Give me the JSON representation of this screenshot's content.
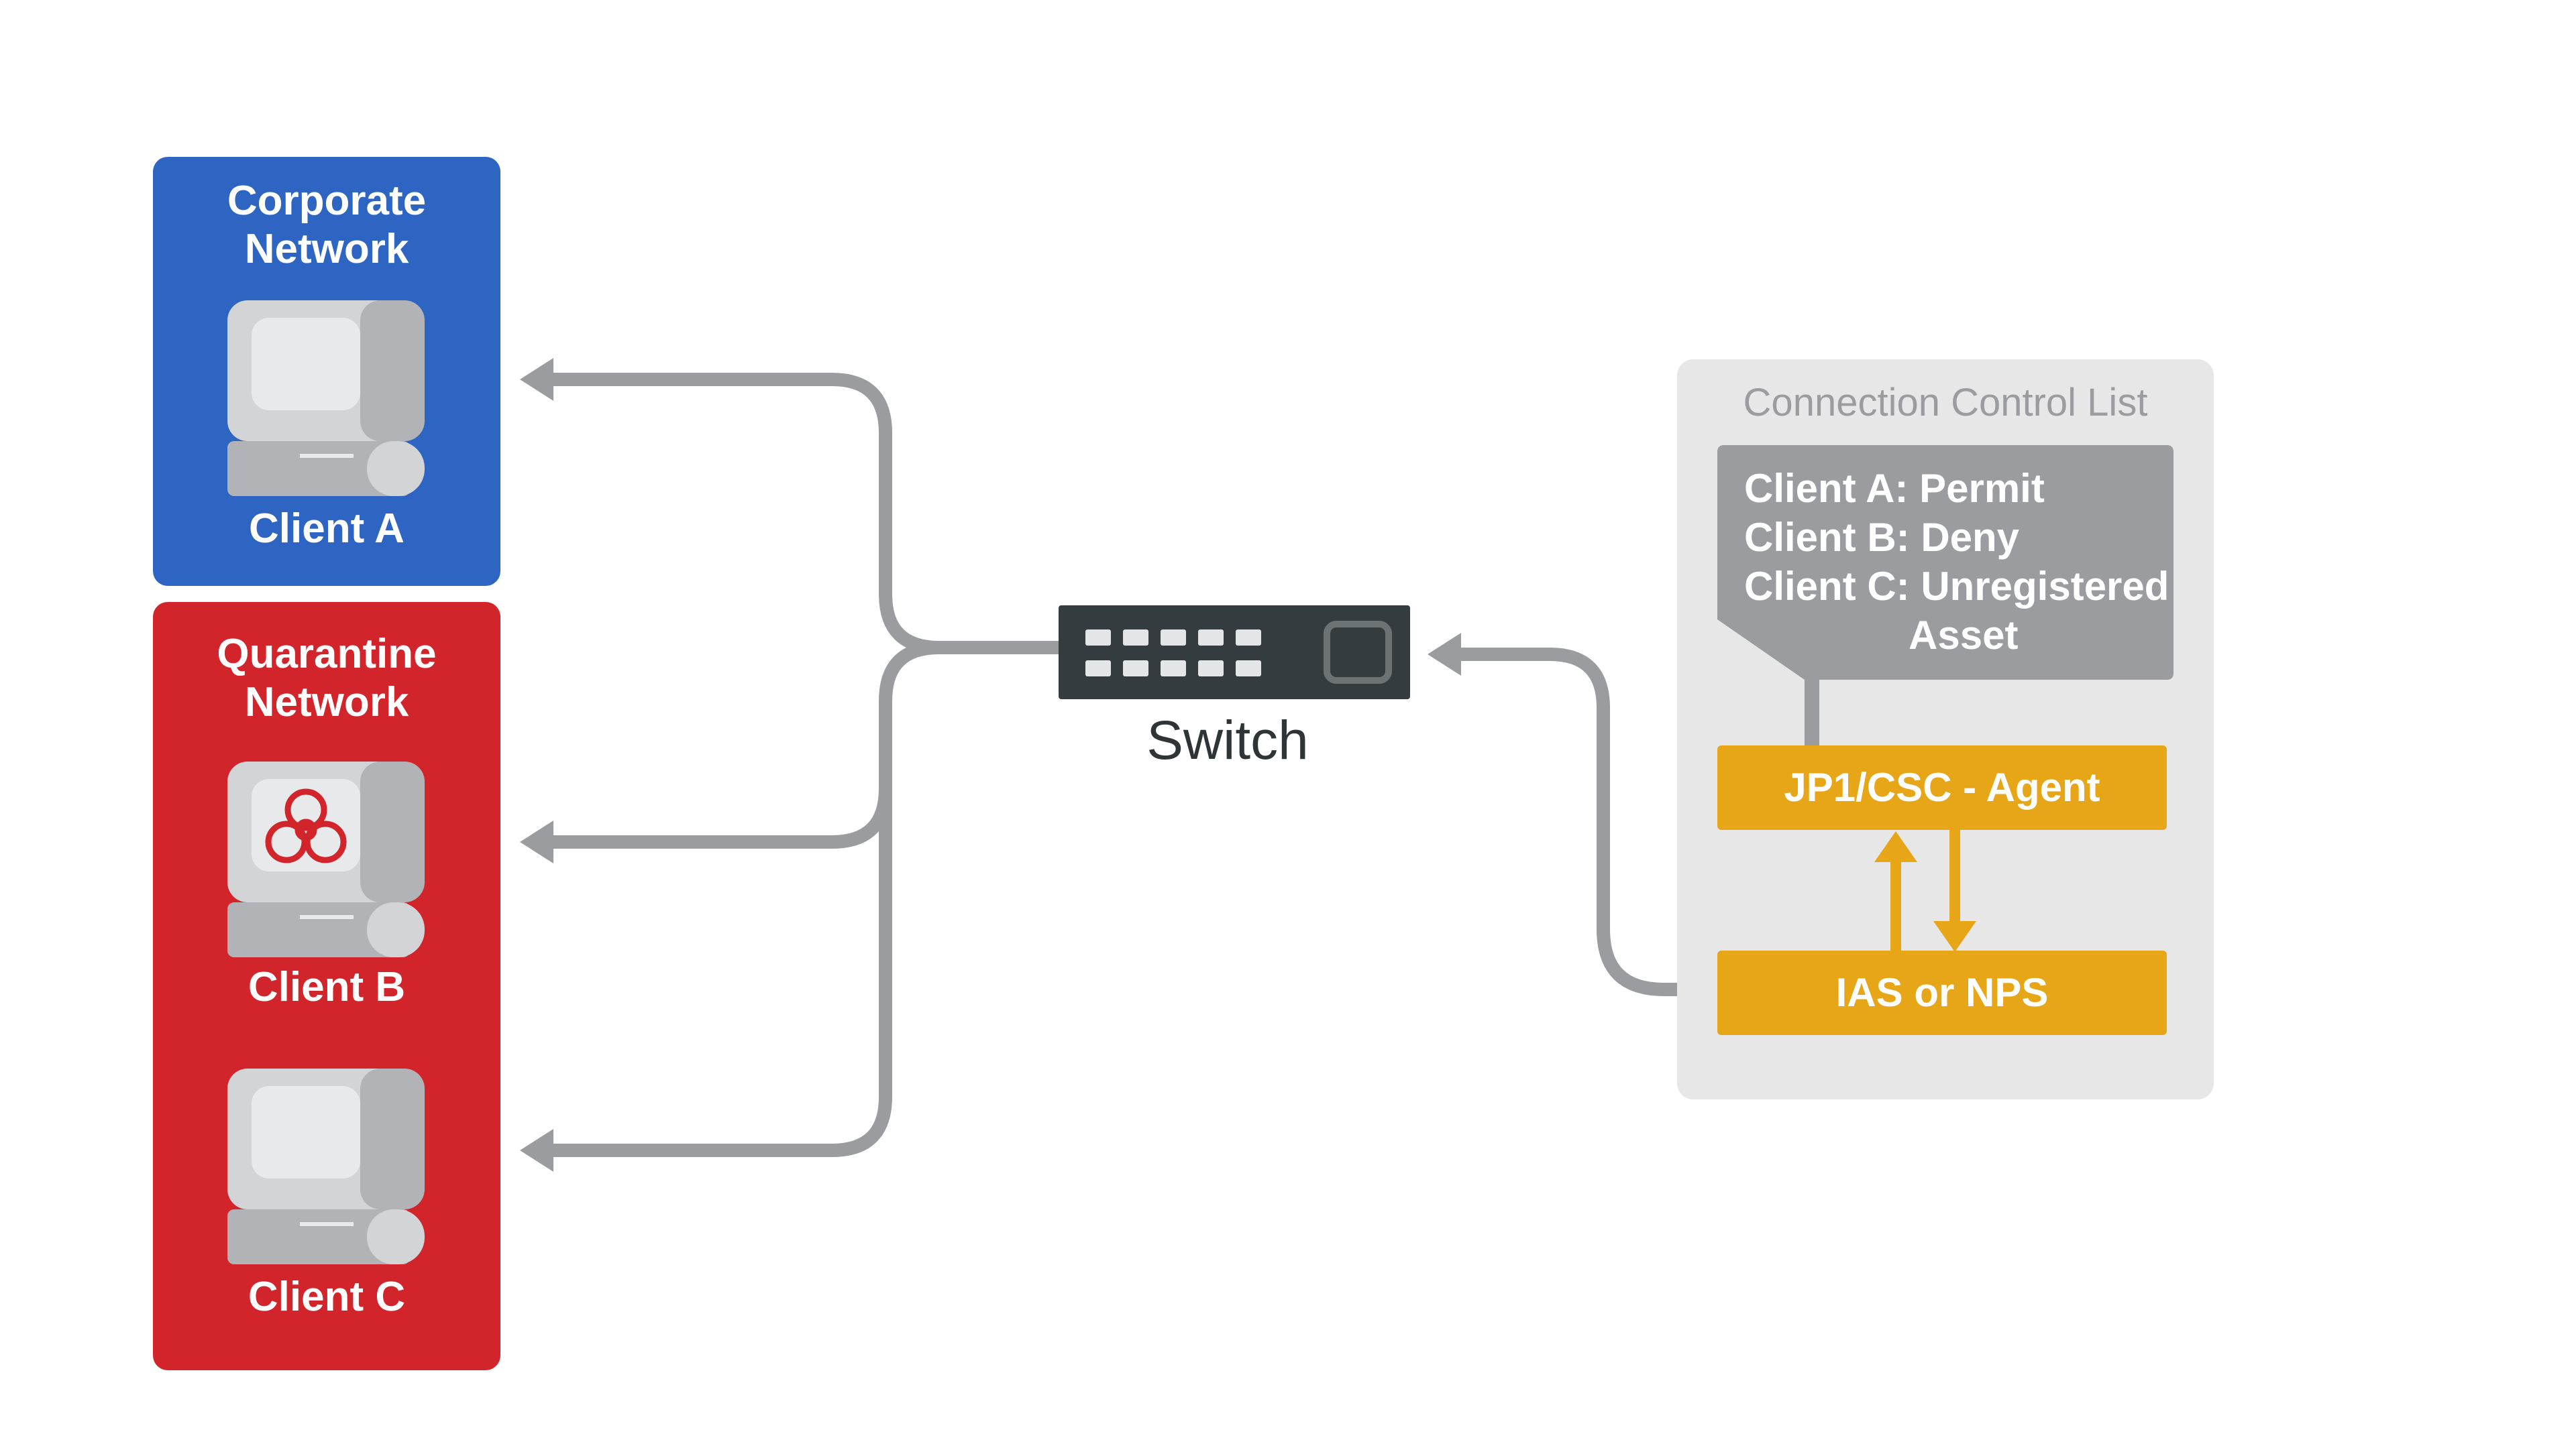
{
  "networks": {
    "corporate": {
      "title_line1": "Corporate",
      "title_line2": "Network",
      "color": "#2f65c2",
      "clients": [
        "Client A"
      ]
    },
    "quarantine": {
      "title_line1": "Quarantine",
      "title_line2": "Network",
      "color": "#d2252b",
      "clients": [
        "Client B",
        "Client C"
      ]
    }
  },
  "switch": {
    "label": "Switch",
    "icon": "network-switch-icon"
  },
  "control_list": {
    "title": "Connection Control List",
    "rules": [
      "Client A: Permit",
      "Client B: Deny",
      "Client C: Unregistered",
      "Asset"
    ]
  },
  "components": {
    "agent": "JP1/CSC - Agent",
    "server": "IAS or NPS"
  },
  "icons": {
    "client": "computer-icon",
    "infected": "biohazard-icon",
    "arrow": "arrow-left-icon"
  },
  "colors": {
    "corporate": "#2f65c2",
    "quarantine": "#d2252b",
    "connector": "#9b9ca0",
    "component": "#e6a617",
    "panel": "#e7e7e8"
  }
}
